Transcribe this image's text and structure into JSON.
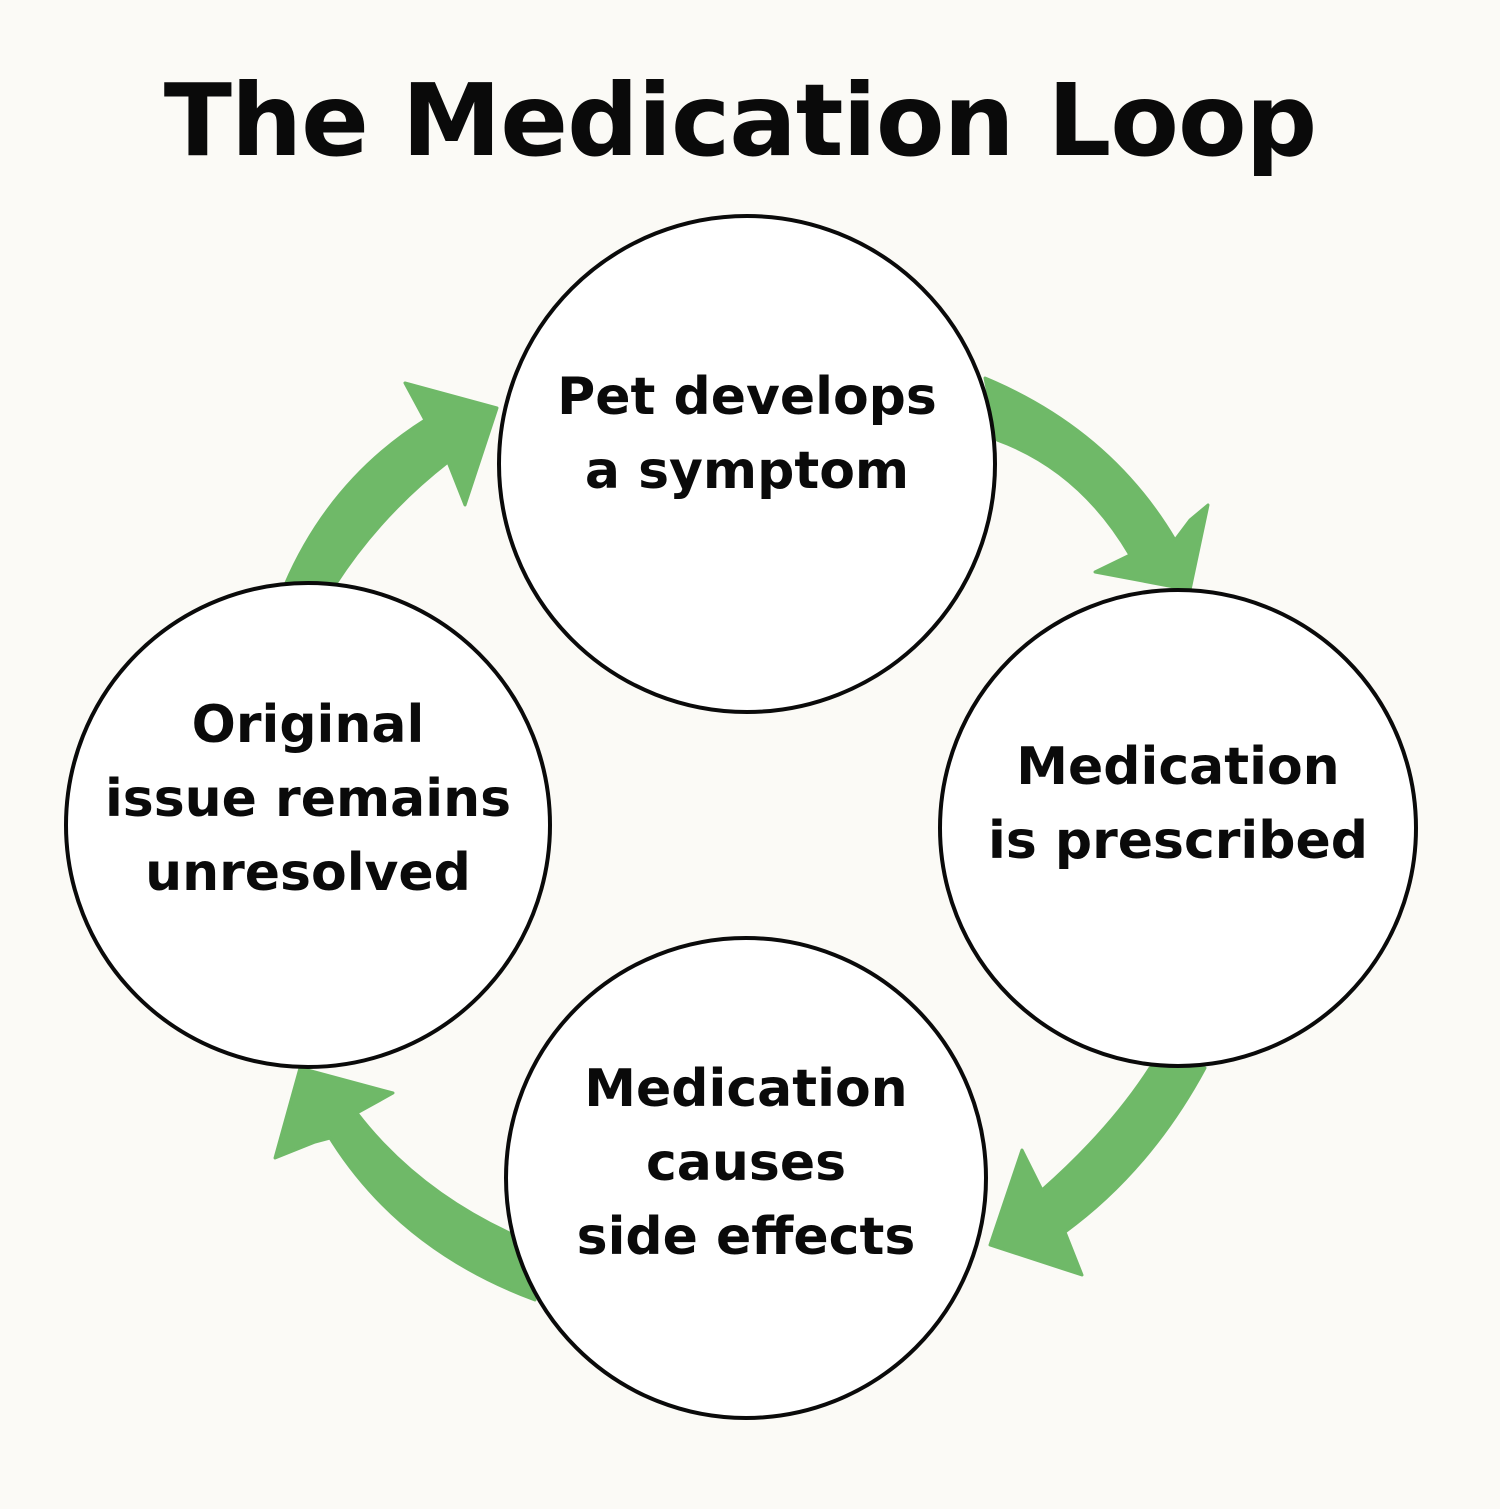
{
  "title": "The Medication Loop",
  "colors": {
    "background": "#fbfaf6",
    "arrow": "#6fb968",
    "circle_stroke": "#0a0a0a",
    "circle_fill": "#ffffff",
    "text": "#0a0a0a"
  },
  "nodes": [
    {
      "id": "pet-develops-symptom",
      "lines": [
        "Pet develops",
        "a symptom"
      ]
    },
    {
      "id": "medication-prescribed",
      "lines": [
        "Medication",
        "is prescribed"
      ]
    },
    {
      "id": "medication-side-effects",
      "lines": [
        "Medication",
        "causes",
        "side effects"
      ]
    },
    {
      "id": "issue-unresolved",
      "lines": [
        "Original",
        "issue remains",
        "unresolved"
      ]
    }
  ],
  "edges": [
    {
      "from": "pet-develops-symptom",
      "to": "medication-prescribed"
    },
    {
      "from": "medication-prescribed",
      "to": "medication-side-effects"
    },
    {
      "from": "medication-side-effects",
      "to": "issue-unresolved"
    },
    {
      "from": "issue-unresolved",
      "to": "pet-develops-symptom"
    }
  ]
}
